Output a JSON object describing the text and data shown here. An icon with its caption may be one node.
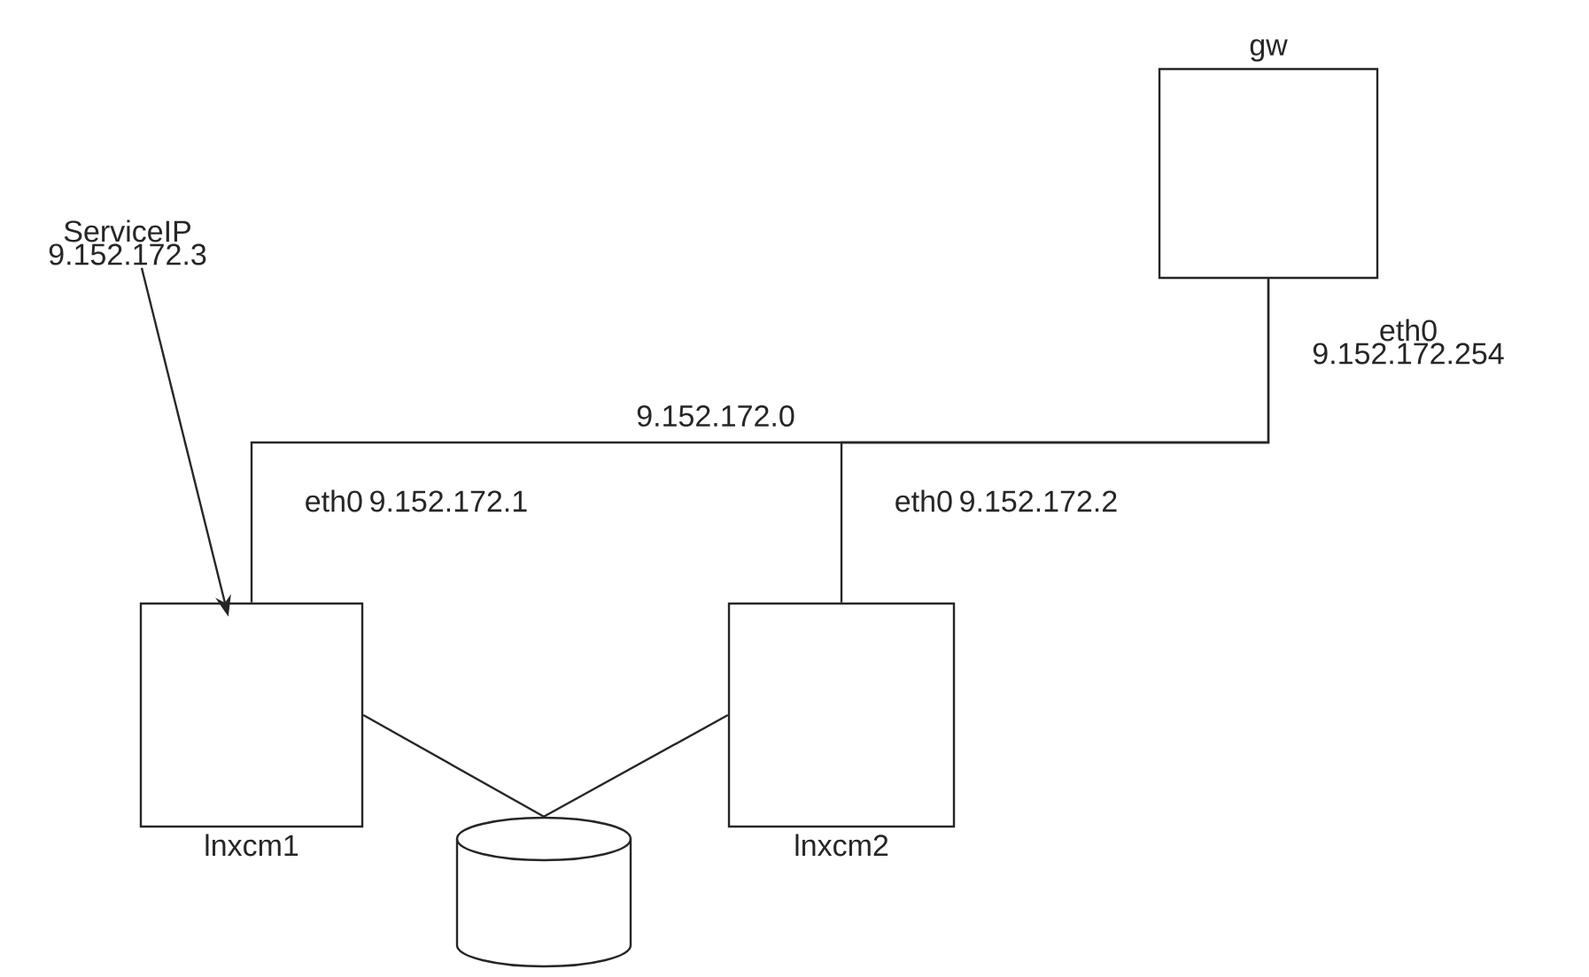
{
  "diagram": {
    "nodes": [
      {
        "text": [
          "gw"
        ],
        "beside": [
          "eth0 9.152.172.254"
        ]
      },
      {
        "text": [
          "lnxcm1"
        ],
        "beside": [
          "eth0 9.152.172.1"
        ]
      },
      {
        "text": [
          "lnxcm2"
        ],
        "beside": [
          "eth0 9.152.172.2"
        ]
      },
      {
        "text": [],
        "shape": "cylinder"
      },
      {
        "text": [
          "ServiceIP 9.152.172.3"
        ]
      }
    ],
    "edges": [
      {
        "from": 0,
        "to": 1,
        "arrow": "none"
      },
      {
        "from": 0,
        "to": 2,
        "arrow": "none"
      },
      {
        "from": 1,
        "to": 3,
        "arrow": "none"
      },
      {
        "from": 2,
        "to": 3,
        "arrow": "none"
      },
      {
        "from": 4,
        "to": 1,
        "arrow": "to"
      }
    ],
    "labels": [
      "9.152.172.0"
    ]
  }
}
